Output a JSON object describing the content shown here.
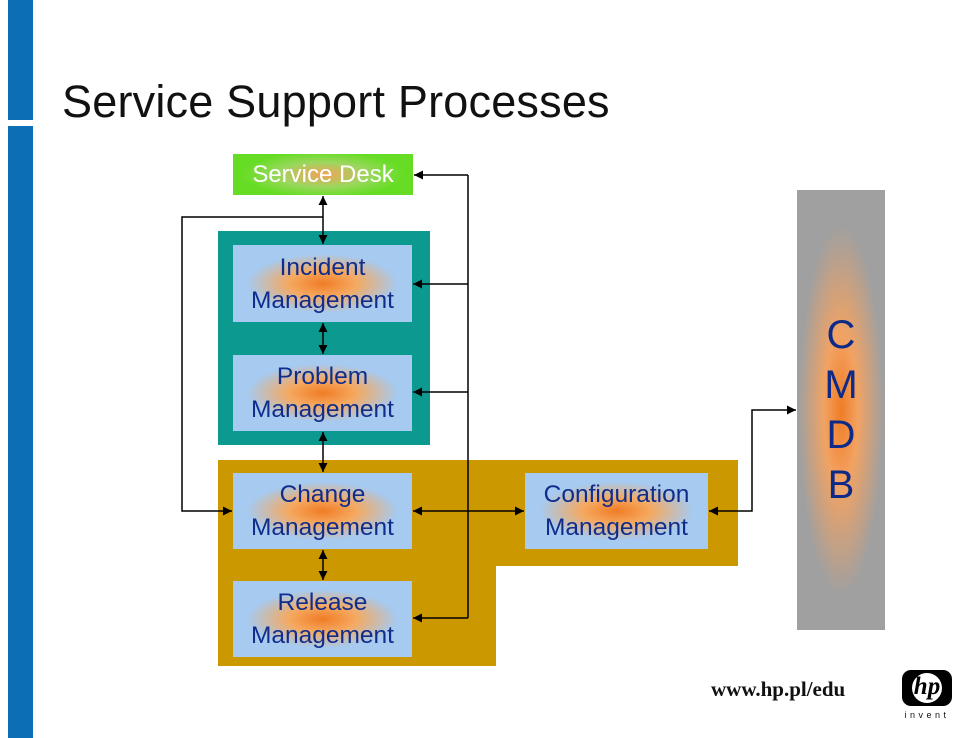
{
  "title": "Service Support Processes",
  "nodes": {
    "service_desk": "Service Desk",
    "incident": [
      "Incident",
      "Management"
    ],
    "problem": [
      "Problem",
      "Management"
    ],
    "change": [
      "Change",
      "Management"
    ],
    "release": [
      "Release",
      "Management"
    ],
    "configuration": [
      "Configuration",
      "Management"
    ],
    "cmdb": [
      "C",
      "M",
      "D",
      "B"
    ]
  },
  "footer": {
    "url": "www.hp.pl/edu",
    "logo_text": "hp",
    "logo_tagline": "invent"
  },
  "colors": {
    "side_bar": "#0c6eb4",
    "teal_group": "#0c9a90",
    "gold_group": "#cc9800",
    "box_fill": "#a6caf0",
    "box_glow": "#f07c25",
    "box_text": "#102d8c",
    "service_desk_fill": "#66dd24",
    "cmdb_fill": "#a0a0a0"
  }
}
